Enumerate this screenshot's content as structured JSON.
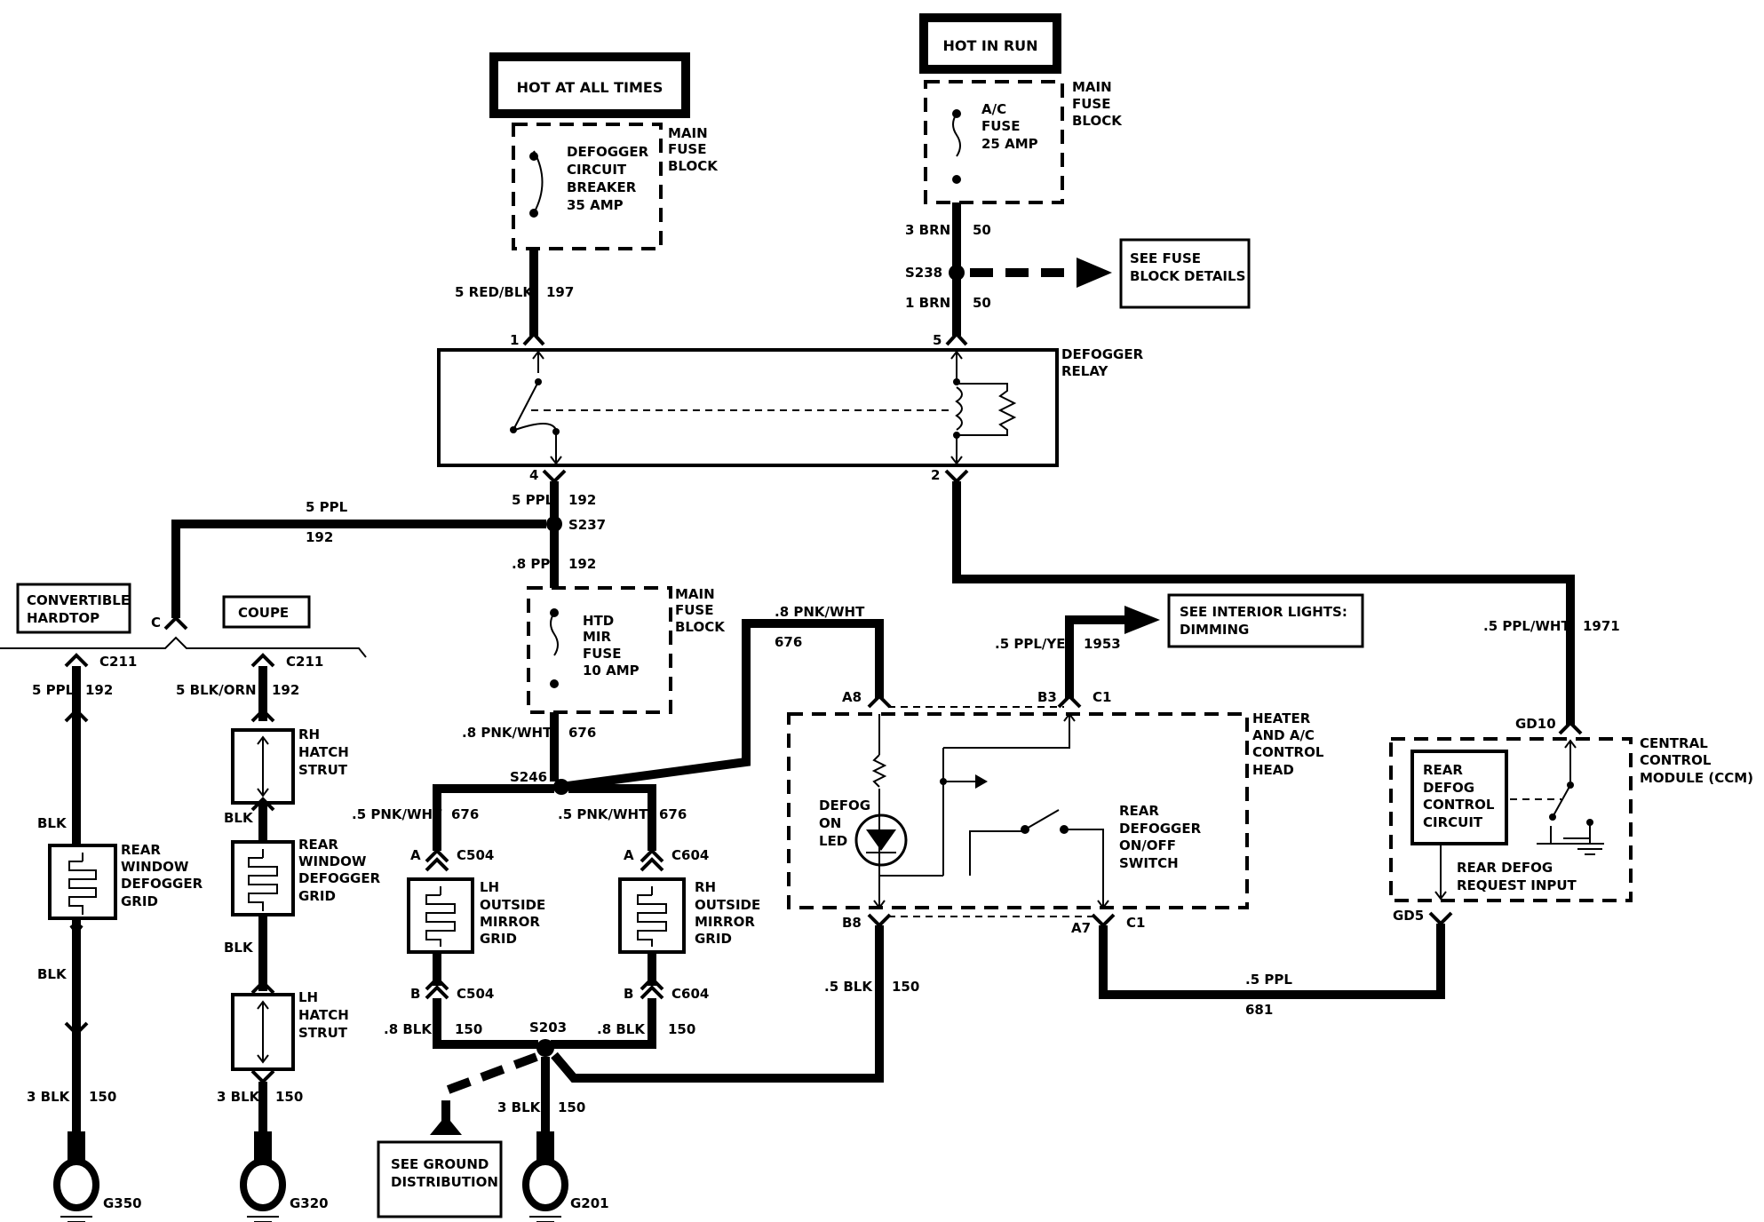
{
  "sources": {
    "hot_at_all_times": "HOT AT ALL TIMES",
    "hot_in_run": "HOT IN RUN"
  },
  "fuse_blocks": {
    "main_fuse_block_1": [
      "MAIN",
      "FUSE",
      "BLOCK"
    ],
    "main_fuse_block_2": [
      "MAIN",
      "FUSE",
      "BLOCK"
    ],
    "main_fuse_block_3": [
      "MAIN",
      "FUSE",
      "BLOCK"
    ],
    "defogger_breaker": [
      "DEFOGGER",
      "CIRCUIT",
      "BREAKER",
      "35 AMP"
    ],
    "ac_fuse": [
      "A/C",
      "FUSE",
      "25 AMP"
    ],
    "htd_mir_fuse": [
      "HTD",
      "MIR",
      "FUSE",
      "10 AMP"
    ]
  },
  "wires": {
    "w_5redblk": "5 RED/BLK",
    "w_197": "197",
    "w_3brn": "3 BRN",
    "w_50a": "50",
    "w_1brn": "1 BRN",
    "w_50b": "50",
    "w_5ppl_top": "5 PPL",
    "w_192_top": "192",
    "w_5ppl_left": "5 PPL",
    "w_192_left": "192",
    "w_8ppl": ".8 PPL",
    "w_192_mid": "192",
    "w_8pnkwht_a": ".8 PNK/WHT",
    "w_676_a": "676",
    "w_8pnkwht_b": ".8 PNK/WHT",
    "w_676_b": "676",
    "w_5pnkwht_l": ".5 PNK/WHT",
    "w_676_l": "676",
    "w_5pnkwht_r": ".5 PNK/WHT",
    "w_676_r": "676",
    "w_5pplyel": ".5 PPL/YEL",
    "w_1953": "1953",
    "w_5pplwht": ".5 PPL/WHT",
    "w_1971": "1971",
    "w_5ppl_conv": "5 PPL",
    "w_192_conv": "192",
    "w_5blkorn": "5 BLK/ORN",
    "w_192_coupe": "192",
    "w_blk1": "BLK",
    "w_blk2": "BLK",
    "w_blk3": "BLK",
    "w_blk4": "BLK",
    "w_3blk_a": "3 BLK",
    "w_150_a": "150",
    "w_3blk_b": "3 BLK",
    "w_150_b": "150",
    "w_3blk_c": "3 BLK",
    "w_150_c": "150",
    "w_8blk_l": ".8 BLK",
    "w_150_l": "150",
    "w_8blk_r": ".8 BLK",
    "w_150_r": "150",
    "w_5blk": ".5 BLK",
    "w_150_m": "150",
    "w_5ppl_bot": ".5 PPL",
    "w_681": "681"
  },
  "splices": {
    "s238": "S238",
    "s237": "S237",
    "s246": "S246",
    "s203": "S203"
  },
  "pins": {
    "p1": "1",
    "p5": "5",
    "p4": "4",
    "p2": "2",
    "pA8": "A8",
    "pB3": "B3",
    "pC1a": "C1",
    "pB8": "B8",
    "pA7": "A7",
    "pC1b": "C1",
    "pGD10": "GD10",
    "pGD5": "GD5",
    "pC_conv": "C",
    "pA_l": "A",
    "pB_l": "B",
    "pA_r": "A",
    "pB_r": "B"
  },
  "connectors": {
    "c211a": "C211",
    "c211b": "C211",
    "c504a": "C504",
    "c504b": "C504",
    "c604a": "C604",
    "c604b": "C604"
  },
  "components": {
    "defogger_relay": [
      "DEFOGGER",
      "RELAY"
    ],
    "heater_ac": [
      "HEATER",
      "AND A/C",
      "CONTROL",
      "HEAD"
    ],
    "ccm": [
      "CENTRAL",
      "CONTROL",
      "MODULE (CCM)"
    ],
    "rear_defog_ctrl": [
      "REAR",
      "DEFOG",
      "CONTROL",
      "CIRCUIT"
    ],
    "defog_on_led": [
      "DEFOG",
      "ON",
      "LED"
    ],
    "rear_defog_switch": [
      "REAR",
      "DEFOGGER",
      "ON/OFF",
      "SWITCH"
    ],
    "rear_defog_request": [
      "REAR DEFOG",
      "REQUEST INPUT"
    ],
    "rear_window_grid_1": [
      "REAR",
      "WINDOW",
      "DEFOGGER",
      "GRID"
    ],
    "rear_window_grid_2": [
      "REAR",
      "WINDOW",
      "DEFOGGER",
      "GRID"
    ],
    "rh_hatch_strut": [
      "RH",
      "HATCH",
      "STRUT"
    ],
    "lh_hatch_strut": [
      "LH",
      "HATCH",
      "STRUT"
    ],
    "lh_mirror_grid": [
      "LH",
      "OUTSIDE",
      "MIRROR",
      "GRID"
    ],
    "rh_mirror_grid": [
      "RH",
      "OUTSIDE",
      "MIRROR",
      "GRID"
    ]
  },
  "references": {
    "see_fuse_block": [
      "SEE FUSE",
      "BLOCK DETAILS"
    ],
    "see_interior_lights": [
      "SEE INTERIOR LIGHTS:",
      "DIMMING"
    ],
    "see_ground": [
      "SEE GROUND",
      "DISTRIBUTION"
    ],
    "convertible_hardtop": [
      "CONVERTIBLE",
      "HARDTOP"
    ],
    "coupe": "COUPE"
  },
  "grounds": {
    "g350": "G350",
    "g320": "G320",
    "g201": "G201"
  }
}
